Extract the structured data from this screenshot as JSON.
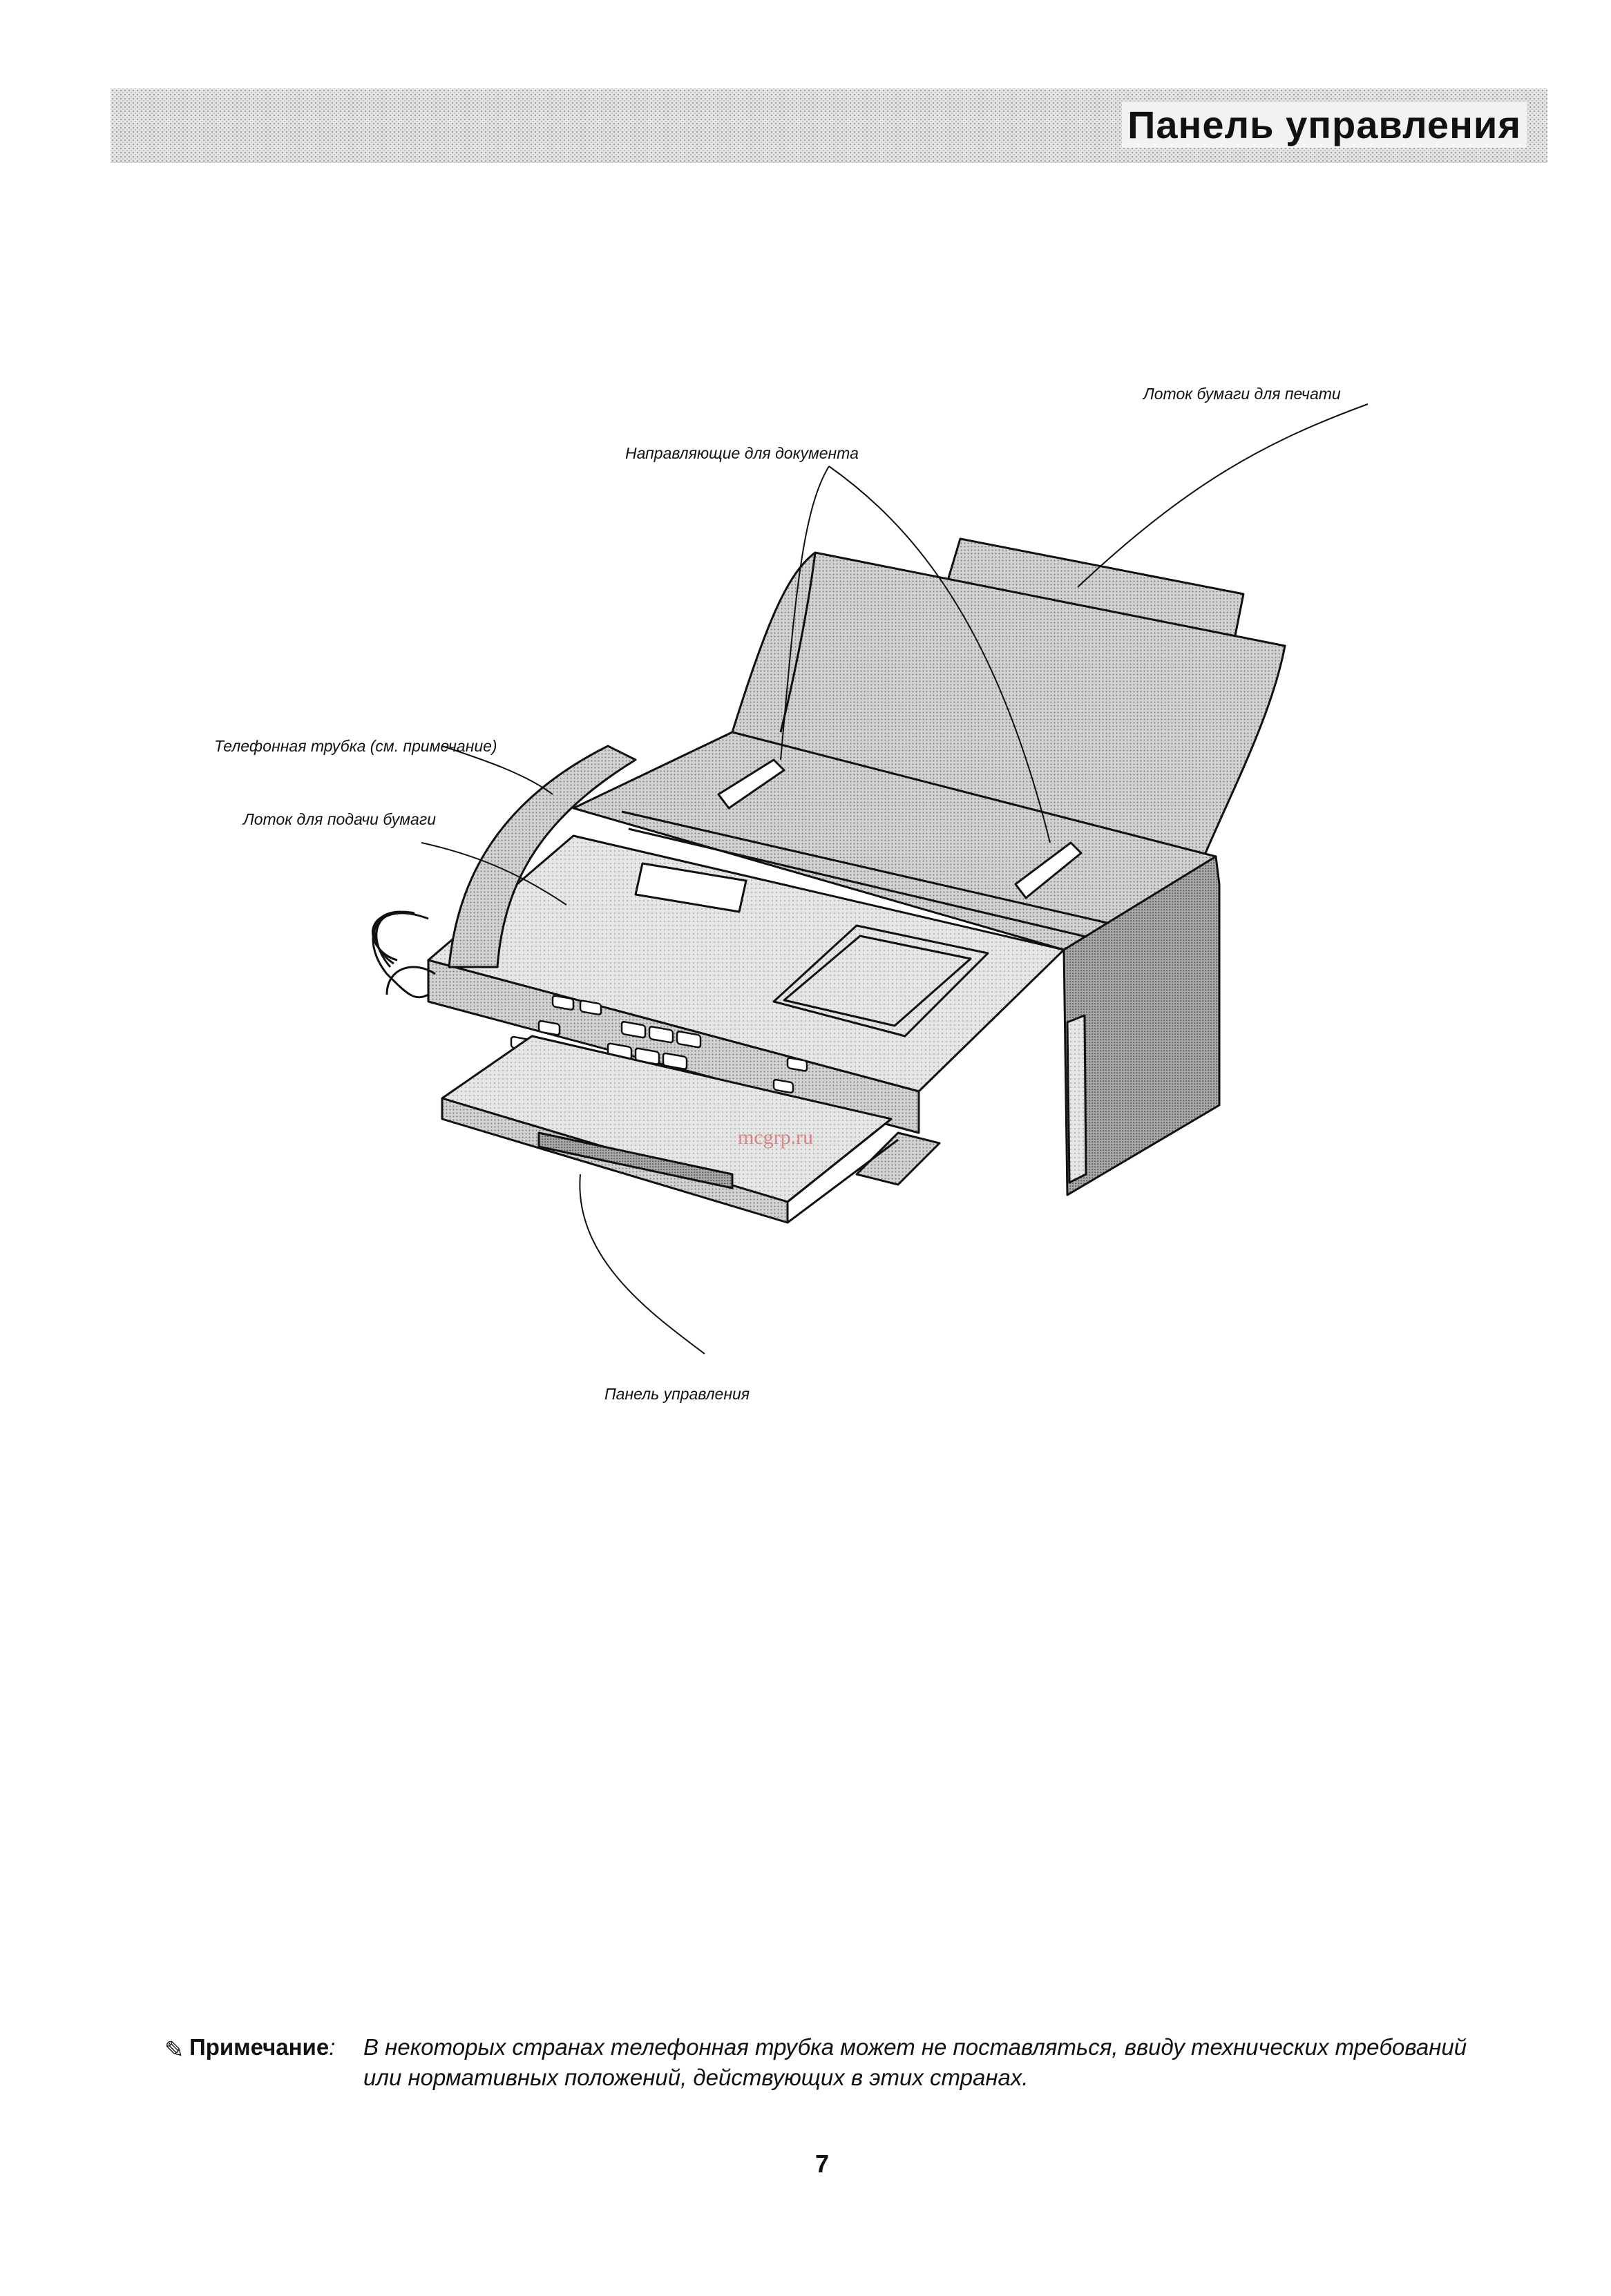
{
  "header": {
    "title": "Панель управления"
  },
  "figure": {
    "labels": {
      "output_tray": "Лоток бумаги для печати",
      "document_guides": "Направляющие для документа",
      "handset": "Телефонная трубка (см. примечание)",
      "paper_feed_tray": "Лоток для подачи бумаги",
      "control_panel": "Панель управления"
    },
    "watermark": "mcgrp.ru"
  },
  "note": {
    "icon": "note-pencil-icon",
    "label": "Примечание",
    "text": "В некоторых странах телефонная трубка может не поставляться, ввиду технических требований или нормативных положений, действующих в этих странах."
  },
  "page_number": "7",
  "colors": {
    "ink": "#111111",
    "shade": "#bdbdbd",
    "watermark": "#d23a3a"
  }
}
